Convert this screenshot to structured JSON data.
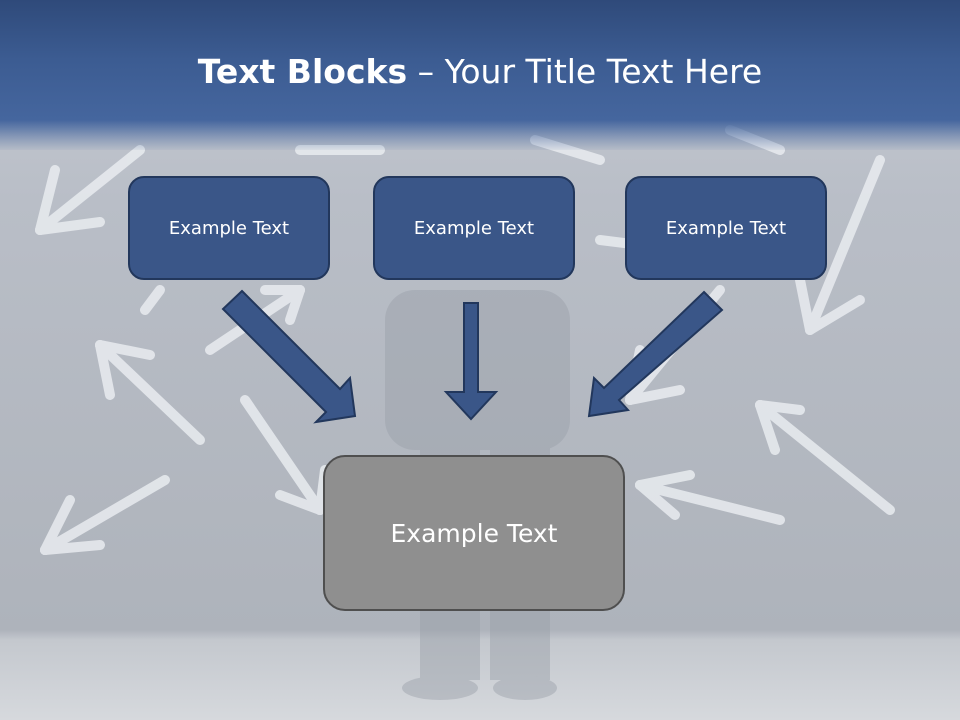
{
  "title": {
    "bold": "Text Blocks",
    "separator": " – ",
    "regular": "Your Title Text Here"
  },
  "blocks": {
    "top_left": "Example Text",
    "top_center": "Example Text",
    "top_right": "Example Text",
    "bottom": "Example Text"
  },
  "colors": {
    "header": "#3c5c92",
    "block_fill": "#3a5688",
    "block_border": "#22375c",
    "bottom_block_fill": "#8f8f8f",
    "arrow_fill": "#3a5688"
  }
}
